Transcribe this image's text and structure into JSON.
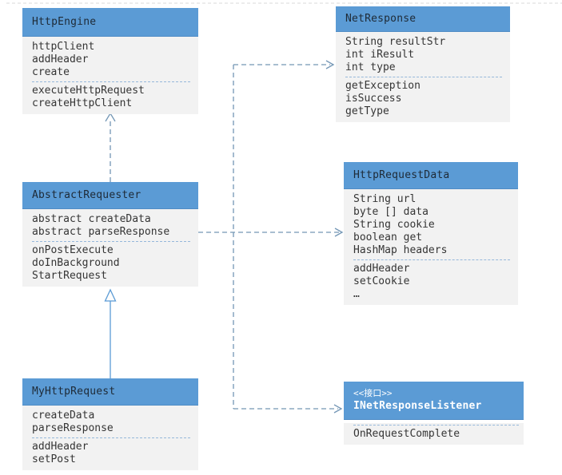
{
  "diagram": {
    "kind": "uml-class-diagram",
    "colors": {
      "header_blue": "#5b9bd5",
      "body_gray": "#f2f2f2",
      "connector_blue": "#7396b5",
      "solid_line_blue": "#5b9bd5",
      "separator_blue": "#96b8da",
      "header_text": "#1e2a36",
      "interface_text": "#ffffff",
      "body_text": "#353535",
      "page_line_gray": "#d9d9d9"
    }
  },
  "classes": [
    {
      "name": "HttpEngine",
      "attributes": [
        "httpClient",
        "addHeader",
        "create"
      ],
      "methods": [
        "executeHttpRequest",
        "createHttpClient"
      ]
    },
    {
      "name": "NetResponse",
      "attributes": [
        "String resultStr",
        "int iResult",
        "int type"
      ],
      "methods": [
        "getException",
        "isSuccess",
        "getType"
      ]
    },
    {
      "name": "AbstractRequester",
      "attributes": [
        "abstract createData",
        "abstract parseResponse"
      ],
      "methods": [
        "onPostExecute",
        "doInBackground",
        "StartRequest"
      ]
    },
    {
      "name": "HttpRequestData",
      "attributes": [
        "String url",
        "byte [] data",
        "String cookie",
        "boolean get",
        "HashMap headers"
      ],
      "methods": [
        "addHeader",
        "setCookie",
        "…"
      ]
    },
    {
      "name": "MyHttpRequest",
      "attributes": [
        "createData",
        "parseResponse"
      ],
      "methods": [
        "addHeader",
        "setPost"
      ]
    },
    {
      "name": "INetResponseListener",
      "stereotype": "<<接口>>",
      "attributes": [],
      "methods": [
        "OnRequestComplete"
      ]
    }
  ],
  "relations": [
    {
      "from": "AbstractRequester",
      "to": "HttpEngine",
      "type": "dependency",
      "line": "dashed",
      "arrowhead": "open"
    },
    {
      "from": "MyHttpRequest",
      "to": "AbstractRequester",
      "type": "generalization",
      "line": "solid",
      "arrowhead": "hollow-triangle"
    },
    {
      "from": "AbstractRequester",
      "to": "NetResponse",
      "type": "dependency",
      "line": "dashed",
      "arrowhead": "open"
    },
    {
      "from": "AbstractRequester",
      "to": "HttpRequestData",
      "type": "dependency",
      "line": "dashed",
      "arrowhead": "open"
    },
    {
      "from": "AbstractRequester",
      "to": "INetResponseListener",
      "type": "dependency",
      "line": "dashed",
      "arrowhead": "open"
    }
  ]
}
